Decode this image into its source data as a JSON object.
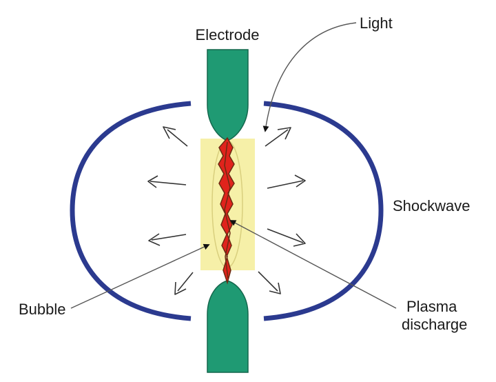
{
  "labels": {
    "electrode": "Electrode",
    "light": "Light",
    "shockwave": "Shockwave",
    "bubble": "Bubble",
    "plasma_line1": "Plasma",
    "plasma_line2": "discharge"
  },
  "colors": {
    "electrode": "#1f9a73",
    "shockwave": "#2b3a8f",
    "bubble": "#f6f0a8",
    "plasma": "#e0231c",
    "plasma_outline": "#6b2a12",
    "arrow": "#333333",
    "pointer": "#111111"
  },
  "icons": {
    "shock_arrows": "outline-arrow-icon",
    "pointer_heads": "filled-triangle-icon"
  }
}
